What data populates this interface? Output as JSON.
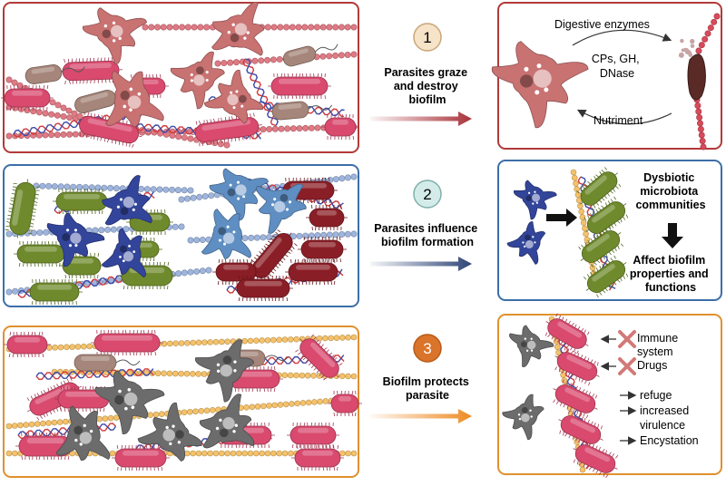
{
  "panels": [
    {
      "step": "1",
      "caption_lines": [
        "Parasites graze",
        "and destroy",
        "biofilm"
      ],
      "colors": {
        "border": "#b23a3a",
        "badge_fill": "#f6e3c8",
        "badge_stroke": "#c9a67a",
        "badge_text": "#000000",
        "arrow": "#a8323a"
      },
      "detail": {
        "top_label": "Digestive enzymes",
        "enzyme_lines": [
          "CPs, GH,",
          "DNase"
        ],
        "bottom_label": "Nutriment"
      }
    },
    {
      "step": "2",
      "caption_lines": [
        "Parasites influence",
        "biofilm formation"
      ],
      "colors": {
        "border": "#3c6fa8",
        "badge_fill": "#d4ece9",
        "badge_stroke": "#7fb0aa",
        "badge_text": "#000000",
        "arrow": "#2d4475"
      },
      "detail": {
        "outcome_top_lines": [
          "Dysbiotic",
          "microbiota",
          "communities"
        ],
        "outcome_bottom_lines": [
          "Affect biofilm",
          "properties and",
          "functions"
        ]
      }
    },
    {
      "step": "3",
      "caption_lines": [
        "Biofilm protects",
        "parasite"
      ],
      "colors": {
        "border": "#e0902f",
        "badge_fill": "#d9742a",
        "badge_stroke": "#b85a18",
        "badge_text": "#ffffff",
        "arrow": "#ee8a22"
      },
      "detail": {
        "blocked_lines": [
          "Immune",
          "system",
          "Drugs"
        ],
        "benefit_lines": [
          "refuge",
          "increased",
          "virulence",
          "Encystation"
        ]
      }
    }
  ],
  "palette": {
    "pink_bacterium": "#d94a6e",
    "tan_bacterium": "#a6867a",
    "green_bacterium": "#6f8a2c",
    "red_bacterium": "#8a1e26",
    "pink_amoeba": "#c97272",
    "navy_amoeba": "#33459a",
    "blue_amoeba": "#5f8ec2",
    "grey_amoeba": "#6c6c6c"
  }
}
